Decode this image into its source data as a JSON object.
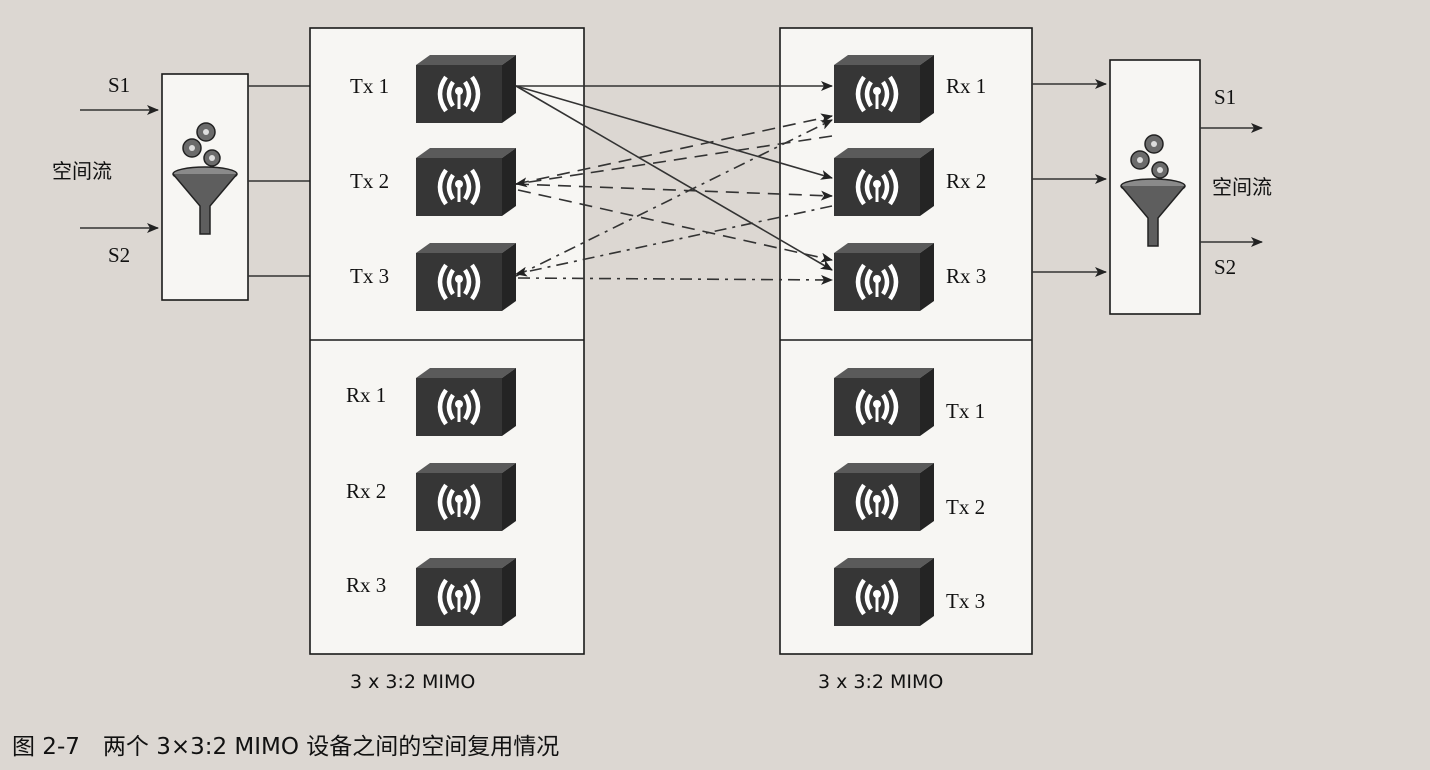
{
  "left_device": {
    "tx_labels": [
      "Tx 1",
      "Tx 2",
      "Tx 3"
    ],
    "rx_labels": [
      "Rx 1",
      "Rx 2",
      "Rx 3"
    ],
    "footer": "3 x 3:2 MIMO"
  },
  "right_device": {
    "rx_labels": [
      "Rx 1",
      "Rx 2",
      "Rx 3"
    ],
    "tx_labels": [
      "Tx 1",
      "Tx 2",
      "Tx 3"
    ],
    "footer": "3 x 3:2 MIMO"
  },
  "left_mux": {
    "input1": "S1",
    "input2": "S2",
    "label": "空间流"
  },
  "right_demux": {
    "output1": "S1",
    "output2": "S2",
    "label": "空间流"
  },
  "caption": "图 2-7　两个 3×3:2 MIMO 设备之间的空间复用情况",
  "colors": {
    "radio_body": "#3a3a3a",
    "radio_face": "#2c2c2c",
    "line": "#333333"
  }
}
